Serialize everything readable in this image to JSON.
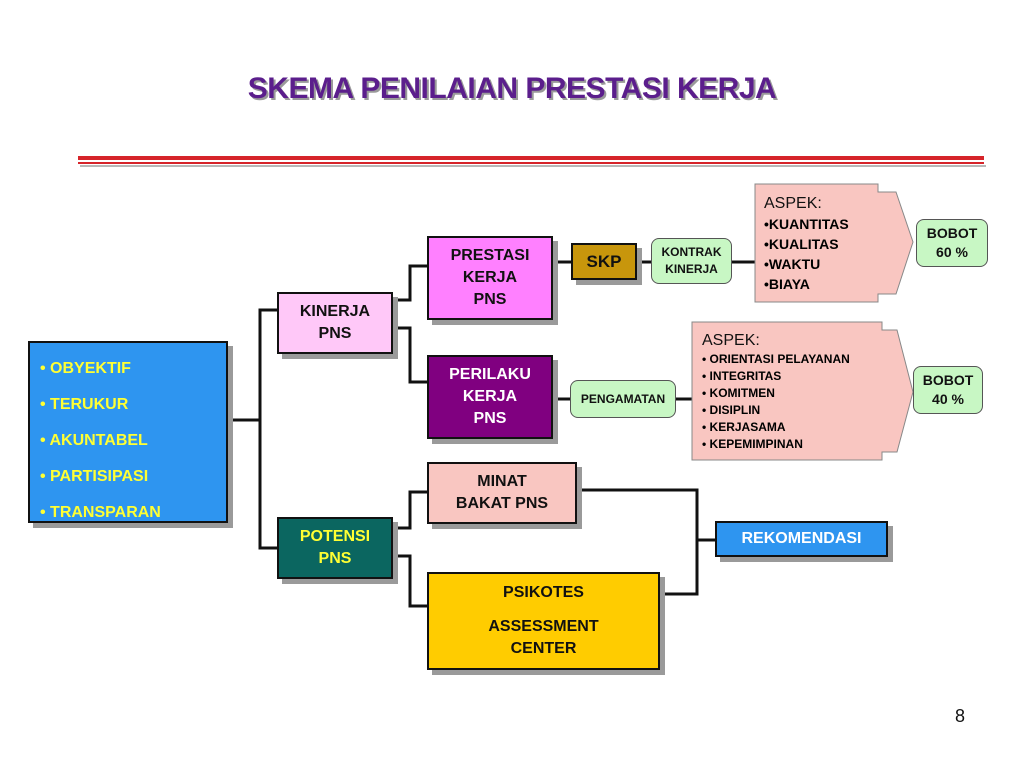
{
  "title": "SKEMA PENILAIAN  PRESTASI KERJA",
  "criteria": [
    "• OBYEKTIF",
    "• TERUKUR",
    "• AKUNTABEL",
    "• PARTISIPASI",
    "• TRANSPARAN"
  ],
  "kinerja": [
    "KINERJA",
    "PNS"
  ],
  "potensi": [
    "POTENSI",
    "PNS"
  ],
  "prestasi": [
    "PRESTASI",
    "KERJA",
    "PNS"
  ],
  "perilaku": [
    "PERILAKU",
    "KERJA",
    "PNS"
  ],
  "minat": [
    "MINAT",
    "BAKAT PNS"
  ],
  "psikotes": [
    "PSIKOTES",
    "ASSESSMENT",
    "CENTER"
  ],
  "skp": "SKP",
  "kontrak": [
    "KONTRAK",
    "KINERJA"
  ],
  "pengamatan": "PENGAMATAN",
  "rekomendasi": "REKOMENDASI",
  "aspek1": {
    "heading": "ASPEK:",
    "items": [
      "•KUANTITAS",
      "•KUALITAS",
      "•WAKTU",
      "•BIAYA"
    ]
  },
  "aspek2": {
    "heading": "ASPEK:",
    "items": [
      "• ORIENTASI PELAYANAN",
      "• INTEGRITAS",
      "• KOMITMEN",
      "• DISIPLIN",
      "• KERJASAMA",
      "• KEPEMIMPINAN"
    ]
  },
  "bobot1": [
    "BOBOT",
    "60 %"
  ],
  "bobot2": [
    "BOBOT",
    "40 %"
  ],
  "page_number": "8",
  "colors": {
    "title": "#5b1e8c",
    "rule": "#d6242a",
    "criteria_box": "#2e95f0",
    "criteria_text": "#ffff33",
    "kinerja": "#ffc8f8",
    "potensi": "#0b6660",
    "prestasi": "#ff80ff",
    "perilaku": "#800080",
    "minat": "#f9c6c1",
    "psikotes": "#ffcc00",
    "skp": "#c8960c",
    "bubble": "#c8f7c4",
    "aspect": "#f9c6c1",
    "rekomendasi": "#2e95f0"
  }
}
